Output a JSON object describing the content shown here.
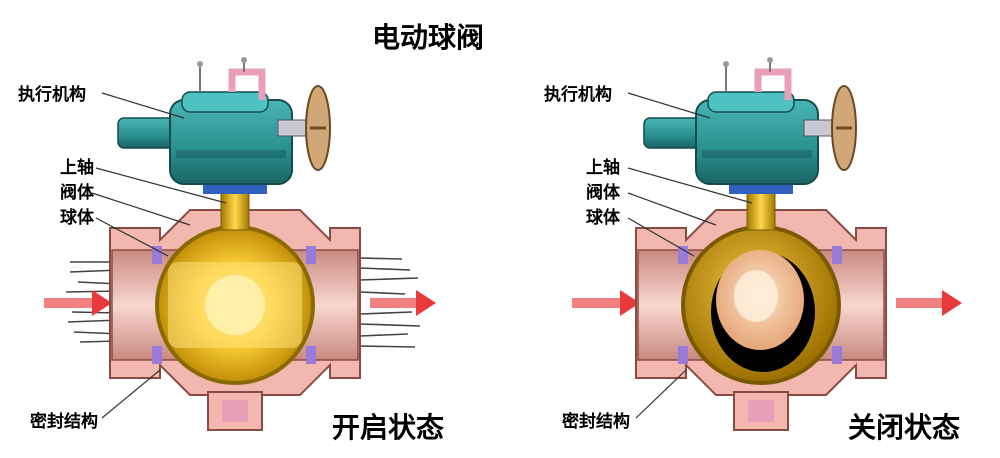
{
  "title": "电动球阀",
  "left_panel": {
    "labels": {
      "actuator": "执行机构",
      "stem": "上轴",
      "body": "阀体",
      "ball": "球体",
      "seal": "密封结构"
    },
    "state": "开启状态"
  },
  "right_panel": {
    "labels": {
      "actuator": "执行机构",
      "stem": "上轴",
      "body": "阀体",
      "ball": "球体",
      "seal": "密封结构"
    },
    "state": "关闭状态"
  },
  "colors": {
    "actuator": "#2a8f8f",
    "actuator_dark": "#1b6464",
    "ball": "#d6a400",
    "ball_light": "#ffe07a",
    "body": "#f2b8b0",
    "body_dark": "#c98980",
    "seal": "#9a7ad8",
    "arrow": "#e83a3a",
    "handwheel": "#b0885a"
  }
}
